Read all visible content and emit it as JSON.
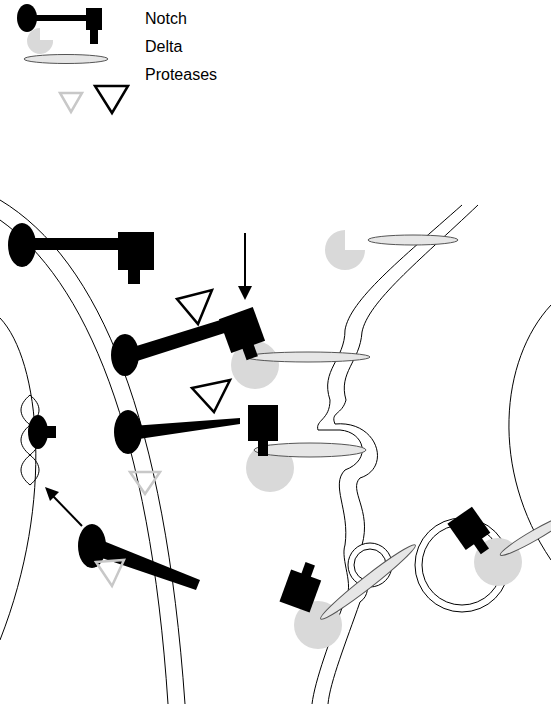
{
  "diagram": {
    "legend": [
      {
        "text": "Notch"
      },
      {
        "text": "Delta"
      },
      {
        "text": "Proteases"
      }
    ]
  }
}
